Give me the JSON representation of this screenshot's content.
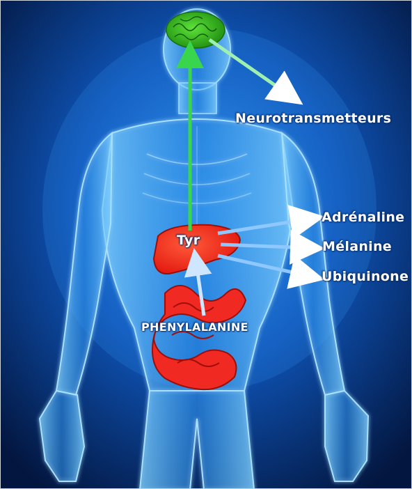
{
  "diagram": {
    "labels": {
      "neurotransmitters": "Neurotransmetteurs",
      "adrenaline": "Adrénaline",
      "melanine": "Mélanine",
      "ubiquinone": "Ubiquinone",
      "tyrosine": "Tyr",
      "phenylalanine": "PHENYLALANINE"
    },
    "colors": {
      "background_light": "#2f8fe8",
      "background_dark": "#03163f",
      "body_glow": "#7fd0ff",
      "brain": "#35c81b",
      "liver": "#ff2a1a",
      "intestine": "#f02a22",
      "arrow_green": "#39d54d",
      "arrow_white": "#ffffff",
      "arrow_blue": "#7fb6e8"
    },
    "icons": [
      "brain-icon",
      "liver-icon",
      "intestine-icon",
      "human-body-icon"
    ]
  }
}
